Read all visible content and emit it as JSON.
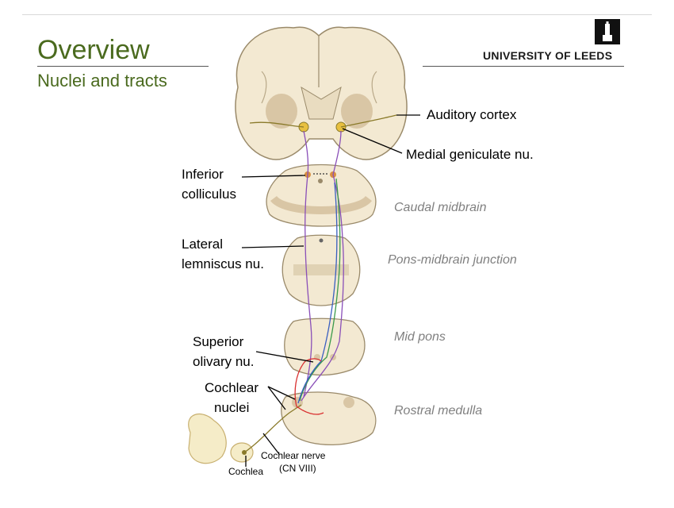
{
  "slide": {
    "title": "Overview",
    "subtitle": "Nuclei and tracts"
  },
  "header": {
    "university": "UNIVERSITY OF LEEDS",
    "crest_icon": "leeds-tower-crest-icon"
  },
  "labels": {
    "auditory_cortex": "Auditory cortex",
    "medial_geniculate": "Medial geniculate nu.",
    "inferior_colliculus_1": "Inferior",
    "inferior_colliculus_2": "colliculus",
    "lateral_lemniscus_1": "Lateral",
    "lateral_lemniscus_2": "lemniscus nu.",
    "superior_olivary_1": "Superior",
    "superior_olivary_2": "olivary nu.",
    "cochlear_nuclei_1": "Cochlear",
    "cochlear_nuclei_2": "nuclei",
    "cochlear_nerve_1": "Cochlear nerve",
    "cochlear_nerve_2": "(CN VIII)",
    "cochlea": "Cochlea"
  },
  "levels": {
    "caudal_midbrain": "Caudal midbrain",
    "pons_midbrain": "Pons-midbrain junction",
    "mid_pons": "Mid pons",
    "rostral_medulla": "Rostral medulla"
  },
  "colors": {
    "title_green": "#4a6a1e",
    "tissue": "#f3e9d2",
    "tissue_dark": "#d9c6a5",
    "tract_purple": "#8a4fb8",
    "tract_green": "#3a9a4a",
    "tract_blue": "#3a5fc0",
    "tract_red": "#d93030",
    "tract_olive": "#8a7a2a"
  }
}
